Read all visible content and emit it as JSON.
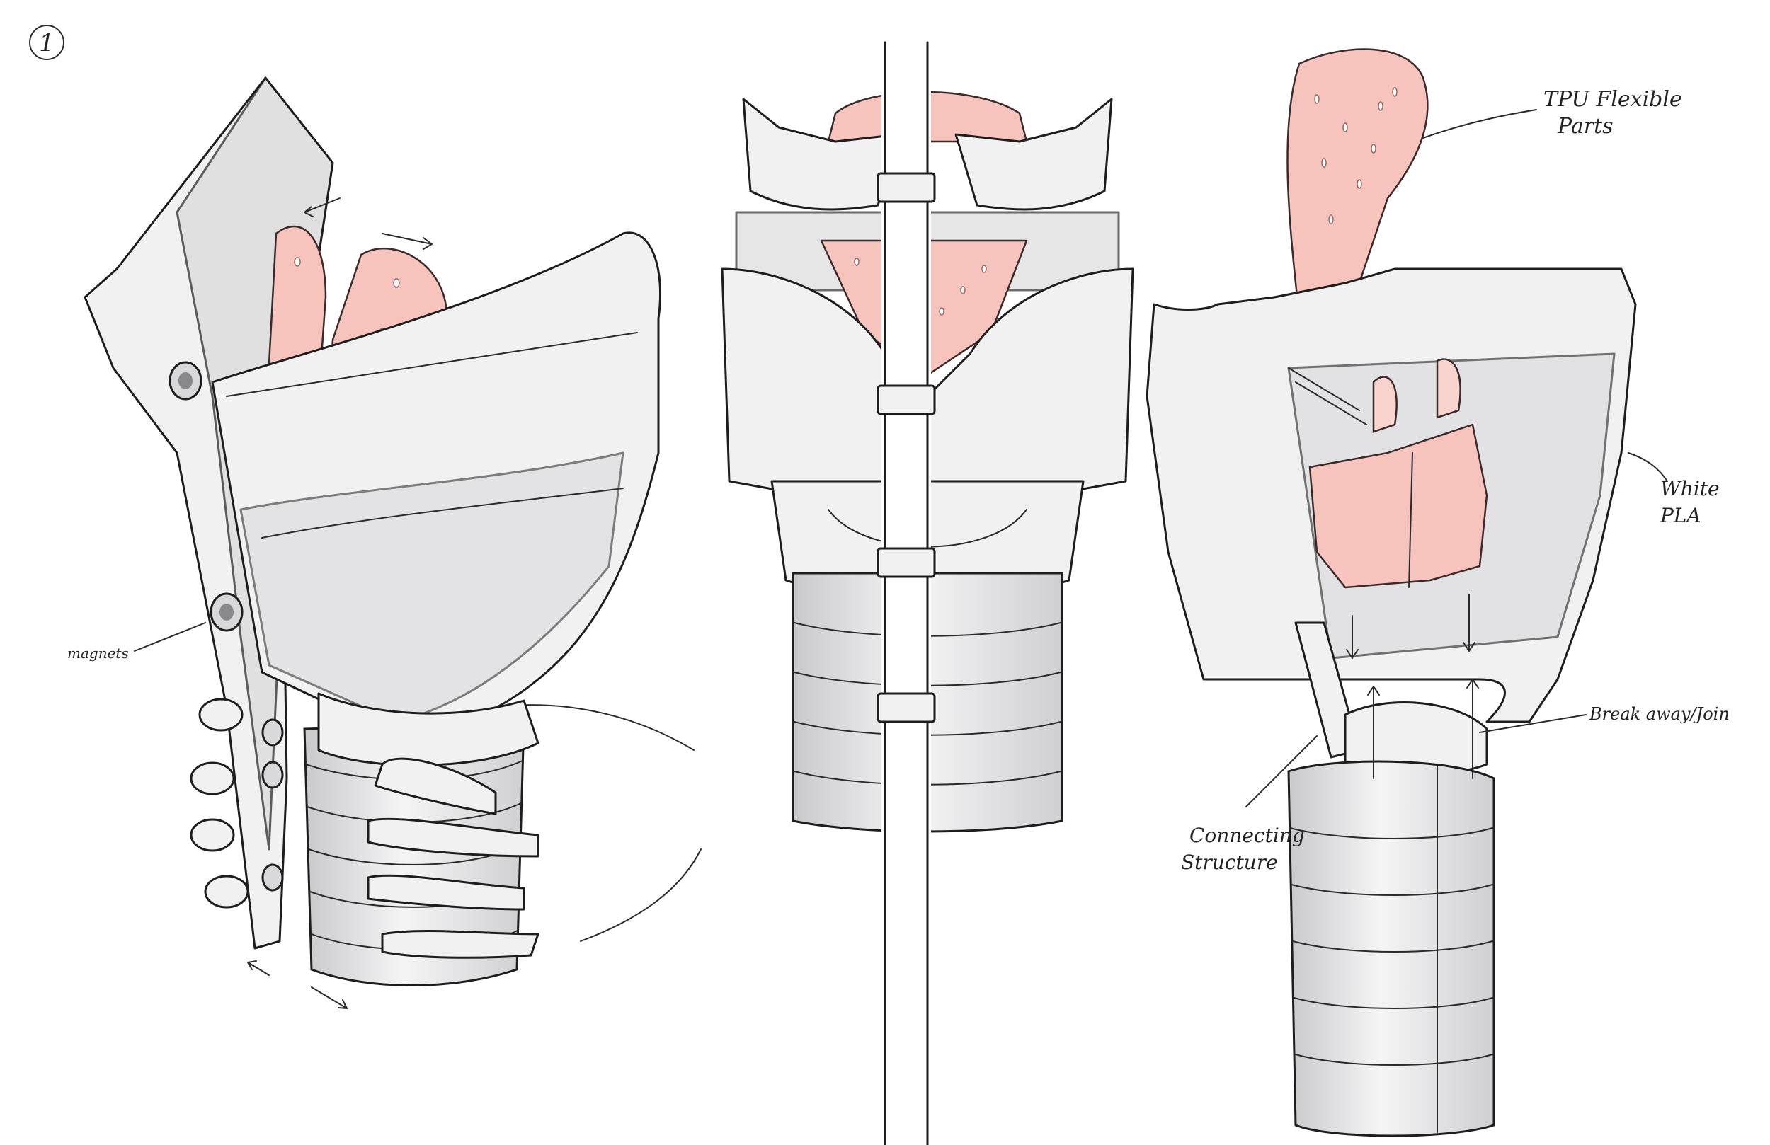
{
  "figure": {
    "number": "1",
    "background": "#ffffff",
    "colors": {
      "pla": "#f1f1f2",
      "tpu": "#f6c3bd",
      "shadow": "#d9d9db",
      "ink": "#1d1d1d"
    }
  },
  "annotations": {
    "magnets": "magnets",
    "tpu_line1": "TPU Flexible",
    "tpu_line2": "Parts",
    "pla_line1": "White",
    "pla_line2": "PLA",
    "breakaway": "Break away/Join",
    "connecting_line1": "Connecting",
    "connecting_line2": "Structure"
  }
}
